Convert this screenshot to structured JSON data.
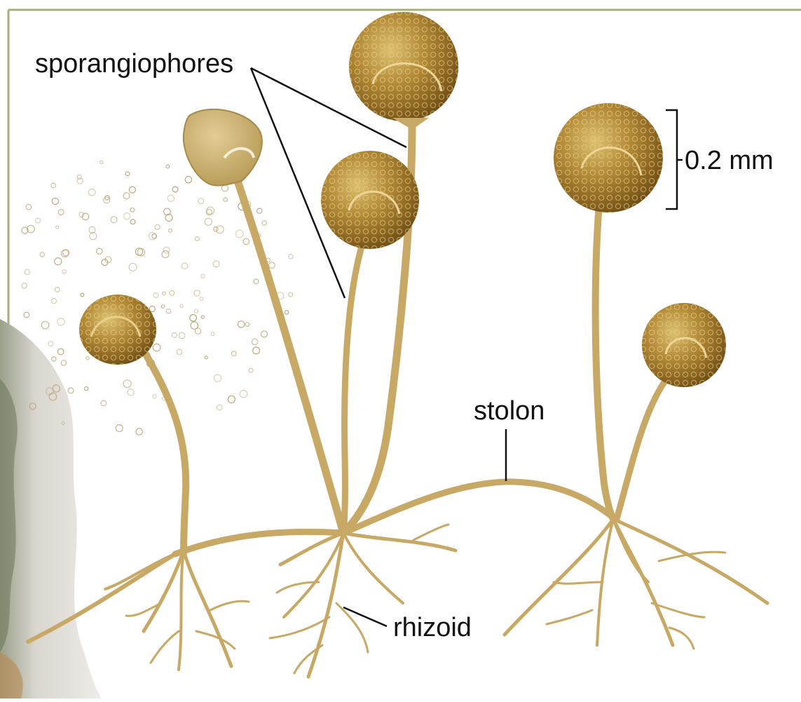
{
  "labels": {
    "sporangiophores": "sporangiophores",
    "scale": "0.2 mm",
    "stolon": "stolon",
    "rhizoid": "rhizoid"
  },
  "colors": {
    "frame": "#a7ad7c",
    "stalk": "#c7a865",
    "stalk_dark": "#a78a48",
    "sporangium_light": "#d9b96a",
    "sporangium_dark": "#7d5a1c",
    "spore": "#b8a070",
    "bread": "#e6e3dc",
    "leader": "#111111"
  }
}
